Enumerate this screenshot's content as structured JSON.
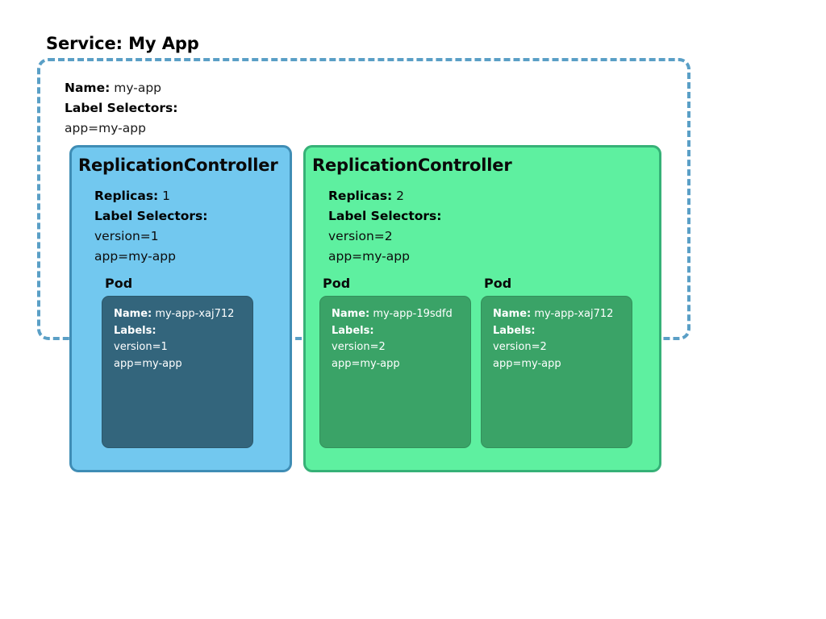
{
  "diagram": {
    "service": {
      "title": "Service: My App",
      "fields": [
        {
          "key": "Name:",
          "value": "my-app"
        },
        {
          "key": "Label Selectors:",
          "value": ""
        },
        {
          "key": "",
          "value": "app=my-app"
        }
      ],
      "border_color": "#5a9fc6",
      "border_style": "dashed"
    },
    "replication_controllers": [
      {
        "title": "ReplicationController",
        "fill_color": "#72c8ef",
        "border_color": "#3f8db5",
        "fields": [
          {
            "key": "Replicas:",
            "value": "1"
          },
          {
            "key": "Label Selectors:",
            "value": ""
          },
          {
            "key": "",
            "value": "version=1"
          },
          {
            "key": "",
            "value": "app=my-app"
          }
        ],
        "pods": [
          {
            "label": "Pod",
            "fill_color": "#33657c",
            "fields": [
              {
                "key": "Name:",
                "value": "my-app-xaj712"
              },
              {
                "key": "Labels:",
                "value": ""
              },
              {
                "key": "",
                "value": "version=1"
              },
              {
                "key": "",
                "value": "app=my-app"
              }
            ]
          }
        ]
      },
      {
        "title": "ReplicationController",
        "fill_color": "#5ef0a0",
        "border_color": "#36b177",
        "fields": [
          {
            "key": "Replicas:",
            "value": "2"
          },
          {
            "key": "Label Selectors:",
            "value": ""
          },
          {
            "key": "",
            "value": "version=2"
          },
          {
            "key": "",
            "value": "app=my-app"
          }
        ],
        "pods": [
          {
            "label": "Pod",
            "fill_color": "#3aa367",
            "fields": [
              {
                "key": "Name:",
                "value": "my-app-19sdfd"
              },
              {
                "key": "Labels:",
                "value": ""
              },
              {
                "key": "",
                "value": "version=2"
              },
              {
                "key": "",
                "value": "app=my-app"
              }
            ]
          },
          {
            "label": "Pod",
            "fill_color": "#3aa367",
            "fields": [
              {
                "key": "Name:",
                "value": "my-app-xaj712"
              },
              {
                "key": "Labels:",
                "value": ""
              },
              {
                "key": "",
                "value": "version=2"
              },
              {
                "key": "",
                "value": "app=my-app"
              }
            ]
          }
        ]
      }
    ]
  }
}
